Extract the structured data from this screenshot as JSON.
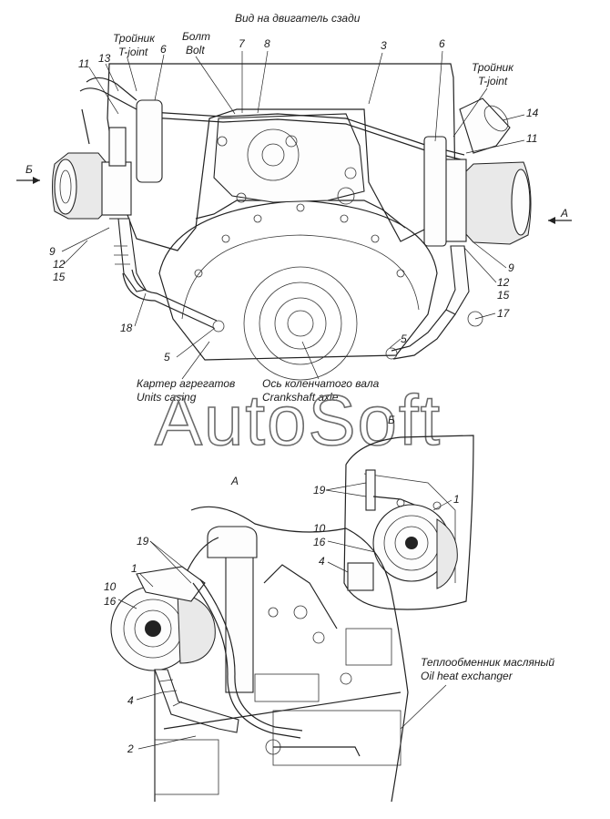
{
  "titles": {
    "rear_view": "Вид на двигатель сзади",
    "view_a": "А",
    "view_b": "Б"
  },
  "arrows": {
    "left": "Б",
    "right": "А"
  },
  "labels": {
    "tee_left_ru": "Тройник",
    "tee_left_en": "T-joint",
    "bolt_ru": "Болт",
    "bolt_en": "Bolt",
    "tee_right_ru": "Тройник",
    "tee_right_en": "T-joint",
    "casing_ru": "Картер агрегатов",
    "casing_en": "Units casing",
    "crank_ru": "Ось коленчатого вала",
    "crank_en": "Crankshaft axle",
    "oil_ru": "Теплообменник масляный",
    "oil_en": "Oil heat exchanger"
  },
  "callouts_top": [
    "11",
    "13",
    "6",
    "7",
    "8",
    "3",
    "6",
    "14",
    "11",
    "9",
    "12",
    "15",
    "18",
    "5",
    "5",
    "12",
    "15",
    "9",
    "17"
  ],
  "callouts_a": [
    "19",
    "1",
    "10",
    "16",
    "4",
    "2"
  ],
  "callouts_b": [
    "19",
    "1",
    "10",
    "16",
    "4"
  ],
  "watermark": "AutoSoft"
}
